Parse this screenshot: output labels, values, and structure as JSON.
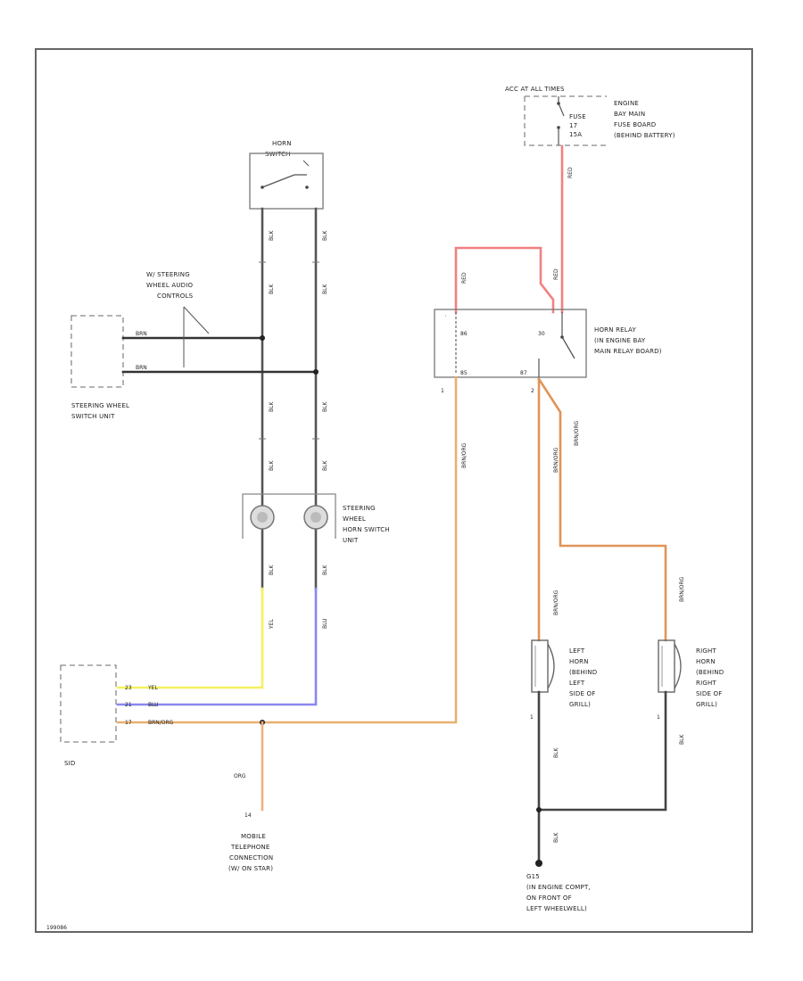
{
  "colors": {
    "frame": "#666666",
    "blk": "#555555",
    "red": "#f28080",
    "orange": "#e8b070",
    "orange_dark": "#e09458",
    "yellow": "#f4f060",
    "blue": "#8888f0",
    "dark": "#333333",
    "light_orange": "#f2b080"
  },
  "fuse_source": {
    "header": "ACC AT ALL TIMES",
    "fuse_label": "FUSE",
    "fuse_number": "17",
    "fuse_rating": "15A",
    "location": [
      "ENGINE",
      "BAY MAIN",
      "FUSE BOARD",
      "(BEHIND BATTERY)"
    ]
  },
  "horn_switch": {
    "label": "HORN",
    "label2": "SWITCH"
  },
  "controls_note": [
    "W/ STEERING",
    "WHEEL AUDIO",
    "CONTROLS"
  ],
  "steering_switch_unit": [
    "STEERING WHEEL",
    "SWITCH UNIT"
  ],
  "steering_horn_unit": [
    "STEERING",
    "WHEEL",
    "HORN SWITCH",
    "UNIT"
  ],
  "horn_relay": [
    "HORN RELAY",
    "(IN ENGINE BAY",
    "MAIN RELAY BOARD)"
  ],
  "left_horn": [
    "LEFT",
    "HORN",
    "(BEHIND",
    "LEFT",
    "SIDE OF",
    "GRILL)"
  ],
  "right_horn": [
    "RIGHT",
    "HORN",
    "(BEHIND",
    "RIGHT",
    "SIDE OF",
    "GRILL)"
  ],
  "mobile": [
    "MOBILE",
    "TELEPHONE",
    "CONNECTION",
    "(W/ ON STAR)"
  ],
  "ground": [
    "G15",
    "(IN ENGINE COMPT,",
    "ON FRONT OF",
    "LEFT WHEELWELL)"
  ],
  "sid_label": "SID",
  "sid_pins": [
    {
      "pin": "23",
      "color": "YEL"
    },
    {
      "pin": "21",
      "color": "BLU"
    },
    {
      "pin": "17",
      "color": "BRN/ORG"
    }
  ],
  "relay_pins": {
    "p30": "30",
    "p86": "86",
    "p85": "85",
    "p87": "87",
    "n1": "1",
    "n2": "2"
  },
  "wire_labels": {
    "blk": "BLK",
    "red": "RED",
    "brn_org": "BRN/ORG",
    "yel": "YEL",
    "blu": "BLU",
    "org": "ORG",
    "bbrn": "BRN"
  },
  "misc": {
    "pin14": "14",
    "pin1": "1",
    "footer": "199086"
  }
}
